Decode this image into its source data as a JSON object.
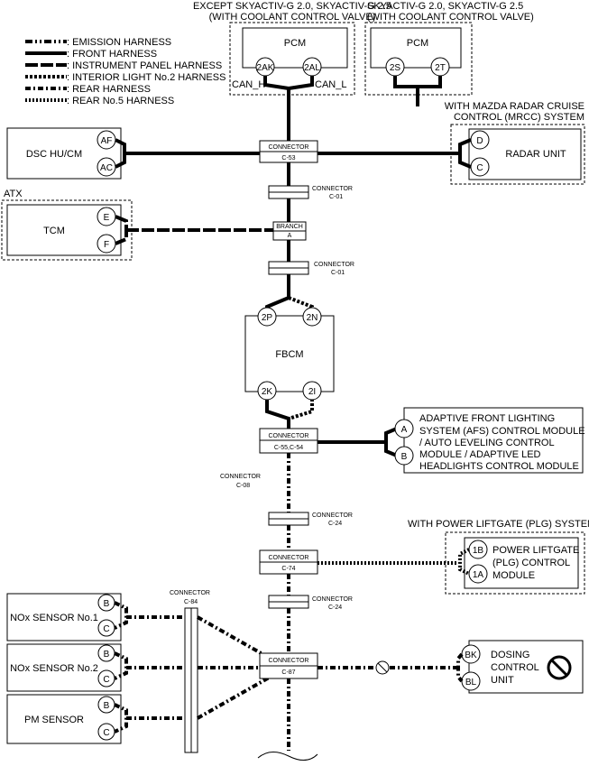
{
  "legend": [
    {
      "key": "emission",
      "text": ": EMISSION HARNESS"
    },
    {
      "key": "front",
      "text": ": FRONT HARNESS"
    },
    {
      "key": "ip",
      "text": ": INSTRUMENT PANEL HARNESS"
    },
    {
      "key": "interior",
      "text": ": INTERIOR LIGHT No.2 HARNESS"
    },
    {
      "key": "rear",
      "text": ": REAR HARNESS"
    },
    {
      "key": "rear5",
      "text": ": REAR No.5 HARNESS"
    }
  ],
  "pcm_left": {
    "cond_line1": "EXCEPT SKYACTIV-G 2.0, SKYACTIV-G 2.5",
    "cond_line2": "(WITH COOLANT CONTROL VALVE)",
    "name": "PCM",
    "pin1": "2AK",
    "pin2": "2AL",
    "can_h": "CAN_H",
    "can_l": "CAN_L"
  },
  "pcm_right": {
    "cond_line1": "SKYACTIV-G 2.0, SKYACTIV-G 2.5",
    "cond_line2": "(WITH COOLANT CONTROL VALVE)",
    "name": "PCM",
    "pin1": "2S",
    "pin2": "2T"
  },
  "radar": {
    "cond_line1": "WITH MAZDA RADAR CRUISE",
    "cond_line2": "CONTROL (MRCC) SYSTEM",
    "name": "RADAR UNIT",
    "pin1": "D",
    "pin2": "C"
  },
  "dsc": {
    "name": "DSC HU/CM",
    "pin1": "AF",
    "pin2": "AC"
  },
  "tcm": {
    "cond": "ATX",
    "name": "TCM",
    "pin1": "E",
    "pin2": "F"
  },
  "connectors": {
    "c53": {
      "label": "CONNECTOR",
      "id": "C-53"
    },
    "c01a": {
      "label": "CONNECTOR",
      "id": "C-01"
    },
    "branch": {
      "label": "BRANCH",
      "id": "A"
    },
    "c01b": {
      "label": "CONNECTOR",
      "id": "C-01"
    },
    "c5554": {
      "label": "CONNECTOR",
      "id": "C-55,C-54"
    },
    "c08": {
      "label": "CONNECTOR",
      "id": "C-08"
    },
    "c24a": {
      "label": "CONNECTOR",
      "id": "C-24"
    },
    "c74": {
      "label": "CONNECTOR",
      "id": "C-74"
    },
    "c24b": {
      "label": "CONNECTOR",
      "id": "C-24"
    },
    "c84": {
      "label": "CONNECTOR",
      "id": "C-84"
    },
    "c87": {
      "label": "CONNECTOR",
      "id": "C-87"
    }
  },
  "fbcm": {
    "name": "FBCM",
    "pin_tl": "2P",
    "pin_tr": "2N",
    "pin_bl": "2K",
    "pin_br": "2I"
  },
  "afs": {
    "lines": [
      "ADAPTIVE FRONT LIGHTING",
      "SYSTEM (AFS) CONTROL MODULE",
      "/ AUTO LEVELING CONTROL",
      "MODULE / ADAPTIVE LED",
      "HEADLIGHTS CONTROL MODULE"
    ],
    "pin1": "A",
    "pin2": "B"
  },
  "plg": {
    "cond": "WITH POWER LIFTGATE (PLG) SYSTEM",
    "lines": [
      "POWER LIFTGATE",
      "(PLG) CONTROL",
      "MODULE"
    ],
    "pin1": "1B",
    "pin2": "1A"
  },
  "nox1": {
    "name": "NOx SENSOR No.1",
    "pin1": "B",
    "pin2": "C"
  },
  "nox2": {
    "name": "NOx SENSOR No.2",
    "pin1": "B",
    "pin2": "C"
  },
  "pm": {
    "name": "PM SENSOR",
    "pin1": "B",
    "pin2": "C"
  },
  "dosing": {
    "lines": [
      "DOSING",
      "CONTROL",
      "UNIT"
    ],
    "pin1": "BK",
    "pin2": "BL",
    "icon": "prohibited-icon"
  }
}
